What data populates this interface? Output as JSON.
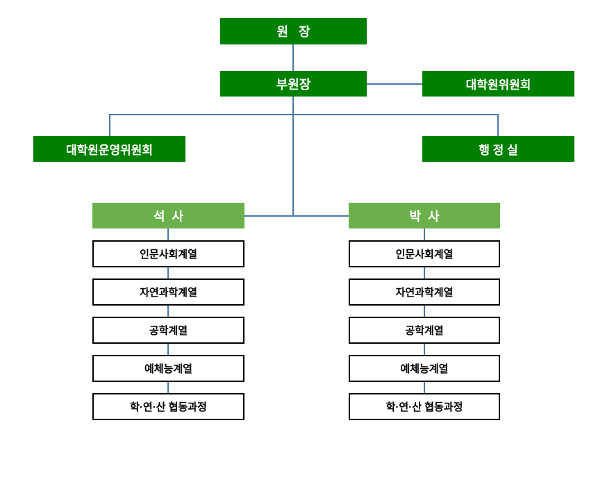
{
  "palette": {
    "dark_green": "#008000",
    "light_green": "#6CB04C",
    "connector_blue": "#4878A8",
    "box_border": "#000000",
    "box_text": "#000000",
    "header_text": "#FFFFFF",
    "background": "#FFFFFF"
  },
  "org_chart": {
    "type": "org-chart",
    "director": {
      "label": "원   장"
    },
    "vice_director": {
      "label": "부원장"
    },
    "graduate_committee": {
      "label": "대학원위원회"
    },
    "operating_committee": {
      "label": "대학원운영위원회"
    },
    "admin_office": {
      "label": "행 정 실"
    },
    "columns": [
      {
        "header": "석  사",
        "items": [
          "인문사회계열",
          "자연과학계열",
          "공학계열",
          "예체능계열",
          "학·연·산 협동과정"
        ]
      },
      {
        "header": "박  사",
        "items": [
          "인문사회계열",
          "자연과학계열",
          "공학계열",
          "예체능계열",
          "학·연·산 협동과정"
        ]
      }
    ]
  }
}
